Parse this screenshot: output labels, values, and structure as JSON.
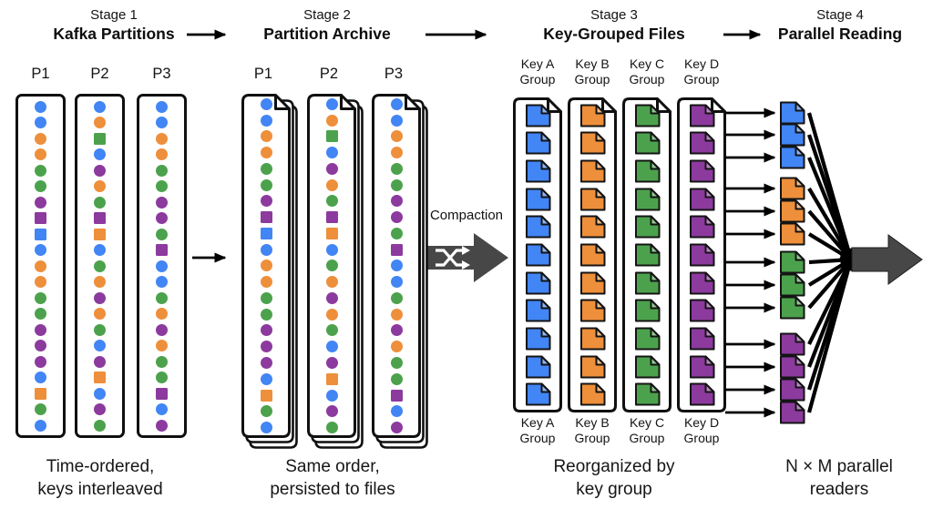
{
  "palette": {
    "blue": "#4285F4",
    "orange": "#EE8F3B",
    "green": "#4CA24C",
    "purple": "#8C3A9E",
    "arrow_gray": "#474747",
    "ink": "#111111"
  },
  "stages": [
    {
      "label": "Stage 1",
      "title": "Kafka Partitions",
      "caption_line1": "Time-ordered,",
      "caption_line2": "keys interleaved"
    },
    {
      "label": "Stage 2",
      "title": "Partition Archive",
      "caption_line1": "Same order,",
      "caption_line2": "persisted to files"
    },
    {
      "label": "Stage 3",
      "title": "Key-Grouped Files",
      "caption_line1": "Reorganized by",
      "caption_line2": "key group"
    },
    {
      "label": "Stage 4",
      "title": "Parallel Reading",
      "caption_line1": "N × M parallel",
      "caption_line2": "readers"
    }
  ],
  "compaction": {
    "label": "Compaction"
  },
  "partitions": [
    {
      "name": "P1",
      "items": [
        "blue-circle",
        "blue-circle",
        "orange-circle",
        "orange-circle",
        "green-circle",
        "green-circle",
        "purple-circle",
        "purple-square",
        "blue-square",
        "blue-circle",
        "orange-circle",
        "orange-circle",
        "green-circle",
        "green-circle",
        "purple-circle",
        "purple-circle",
        "purple-circle",
        "blue-circle",
        "orange-square",
        "green-circle",
        "blue-circle"
      ]
    },
    {
      "name": "P2",
      "items": [
        "blue-circle",
        "orange-circle",
        "green-square",
        "blue-circle",
        "purple-circle",
        "orange-circle",
        "green-circle",
        "purple-square",
        "orange-square",
        "blue-circle",
        "green-circle",
        "orange-circle",
        "purple-circle",
        "orange-circle",
        "green-circle",
        "blue-circle",
        "purple-circle",
        "orange-square",
        "blue-circle",
        "purple-circle",
        "green-circle"
      ]
    },
    {
      "name": "P3",
      "items": [
        "blue-circle",
        "blue-circle",
        "orange-circle",
        "orange-circle",
        "green-circle",
        "green-circle",
        "purple-circle",
        "purple-circle",
        "green-circle",
        "purple-square",
        "blue-circle",
        "blue-circle",
        "green-circle",
        "orange-circle",
        "purple-circle",
        "orange-circle",
        "green-circle",
        "green-circle",
        "purple-square",
        "blue-circle",
        "purple-circle"
      ]
    }
  ],
  "key_groups": [
    {
      "key_line": "Key A",
      "group_line": "Group",
      "color": "blue",
      "file_count": 11
    },
    {
      "key_line": "Key B",
      "group_line": "Group",
      "color": "orange",
      "file_count": 11
    },
    {
      "key_line": "Key C",
      "group_line": "Group",
      "color": "green",
      "file_count": 11
    },
    {
      "key_line": "Key D",
      "group_line": "Group",
      "color": "purple",
      "file_count": 11
    }
  ],
  "readers": {
    "groups": [
      {
        "color": "blue",
        "count": 3
      },
      {
        "color": "orange",
        "count": 3
      },
      {
        "color": "green",
        "count": 3
      },
      {
        "color": "purple",
        "count": 4
      }
    ]
  }
}
